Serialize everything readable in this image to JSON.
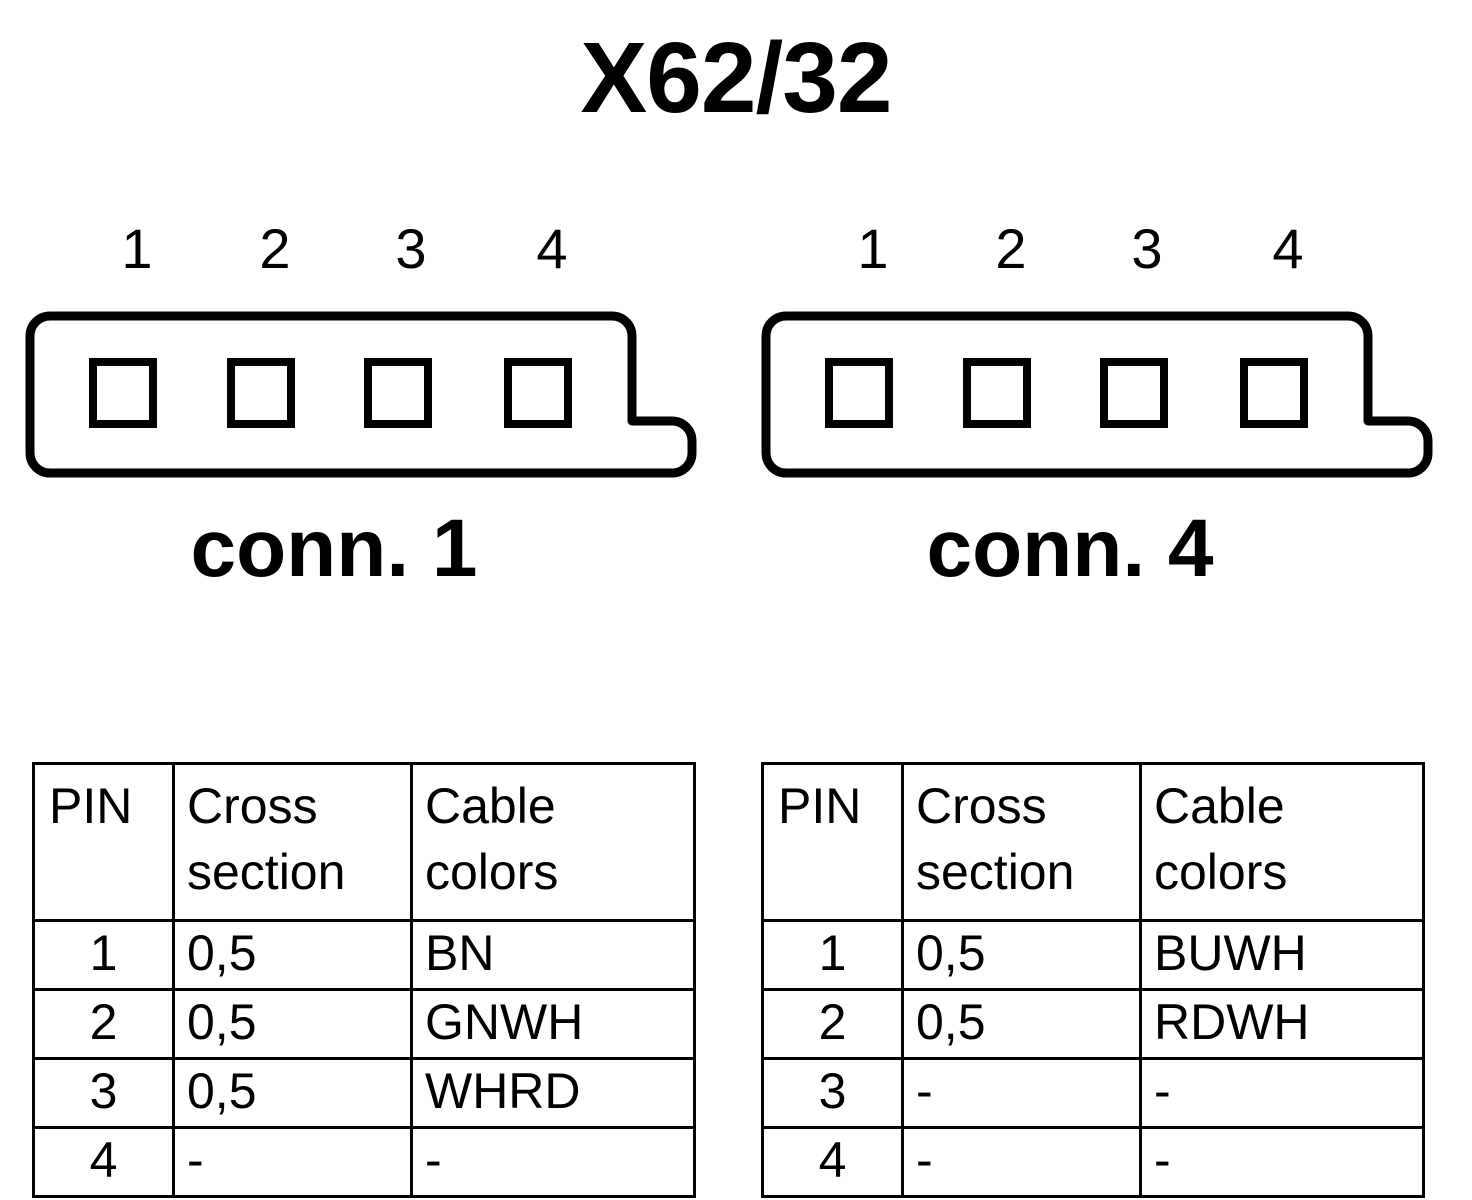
{
  "title": "X62/32",
  "colors": {
    "ink": "#000000",
    "paper": "#ffffff"
  },
  "connectors": [
    {
      "id": "conn1",
      "label": "conn. 1",
      "pin_numbers": [
        "1",
        "2",
        "3",
        "4"
      ],
      "icon": "connector-4pin-keyed-icon",
      "table": {
        "headers": {
          "pin": "PIN",
          "cross_section_line1": "Cross",
          "cross_section_line2": "section",
          "cable_colors_line1": "Cable",
          "cable_colors_line2": "colors"
        },
        "rows": [
          {
            "pin": "1",
            "cross_section": "0,5",
            "cable_colors": "BN"
          },
          {
            "pin": "2",
            "cross_section": "0,5",
            "cable_colors": "GNWH"
          },
          {
            "pin": "3",
            "cross_section": "0,5",
            "cable_colors": "WHRD"
          },
          {
            "pin": "4",
            "cross_section": "-",
            "cable_colors": "-"
          }
        ]
      }
    },
    {
      "id": "conn4",
      "label": "conn. 4",
      "pin_numbers": [
        "1",
        "2",
        "3",
        "4"
      ],
      "icon": "connector-4pin-keyed-icon",
      "table": {
        "headers": {
          "pin": "PIN",
          "cross_section_line1": "Cross",
          "cross_section_line2": "section",
          "cable_colors_line1": "Cable",
          "cable_colors_line2": "colors"
        },
        "rows": [
          {
            "pin": "1",
            "cross_section": "0,5",
            "cable_colors": "BUWH"
          },
          {
            "pin": "2",
            "cross_section": "0,5",
            "cable_colors": "RDWH"
          },
          {
            "pin": "3",
            "cross_section": "-",
            "cable_colors": "-"
          },
          {
            "pin": "4",
            "cross_section": "-",
            "cable_colors": "-"
          }
        ]
      }
    }
  ]
}
